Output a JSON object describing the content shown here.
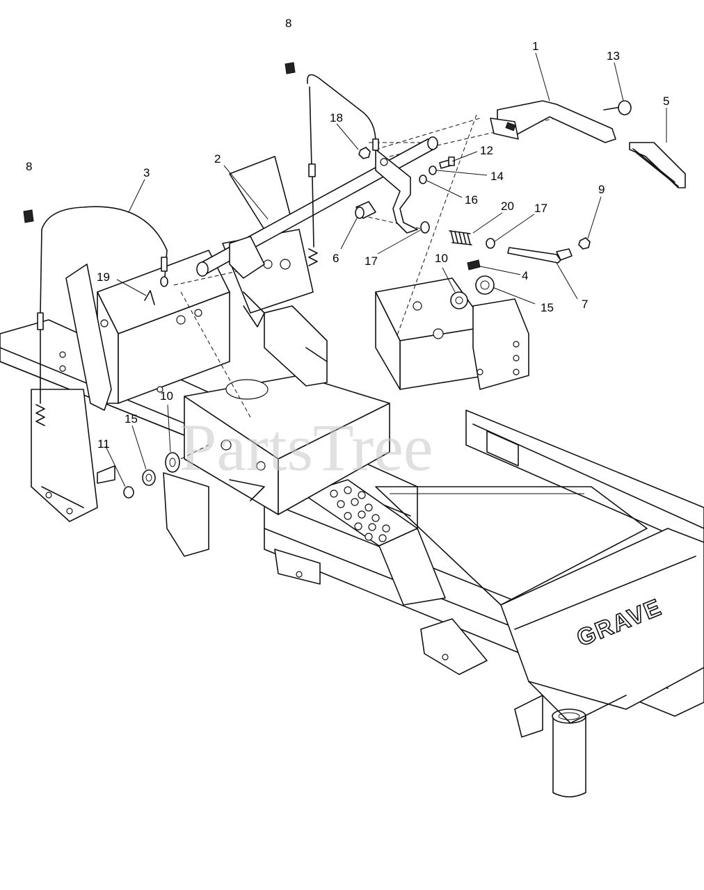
{
  "callouts": [
    {
      "id": "1",
      "label": "1"
    },
    {
      "id": "2",
      "label": "2"
    },
    {
      "id": "3",
      "label": "3"
    },
    {
      "id": "4",
      "label": "4"
    },
    {
      "id": "5",
      "label": "5"
    },
    {
      "id": "6",
      "label": "6"
    },
    {
      "id": "7",
      "label": "7"
    },
    {
      "id": "8a",
      "label": "8"
    },
    {
      "id": "8b",
      "label": "8"
    },
    {
      "id": "9",
      "label": "9"
    },
    {
      "id": "10a",
      "label": "10"
    },
    {
      "id": "10b",
      "label": "10"
    },
    {
      "id": "11",
      "label": "11"
    },
    {
      "id": "12",
      "label": "12"
    },
    {
      "id": "13",
      "label": "13"
    },
    {
      "id": "14",
      "label": "14"
    },
    {
      "id": "15a",
      "label": "15"
    },
    {
      "id": "15b",
      "label": "15"
    },
    {
      "id": "16",
      "label": "16"
    },
    {
      "id": "17a",
      "label": "17"
    },
    {
      "id": "17b",
      "label": "17"
    },
    {
      "id": "18",
      "label": "18"
    },
    {
      "id": "19",
      "label": "19"
    },
    {
      "id": "20",
      "label": "20"
    }
  ],
  "brand_decal": "GRAVE",
  "watermark": "PartsTree"
}
